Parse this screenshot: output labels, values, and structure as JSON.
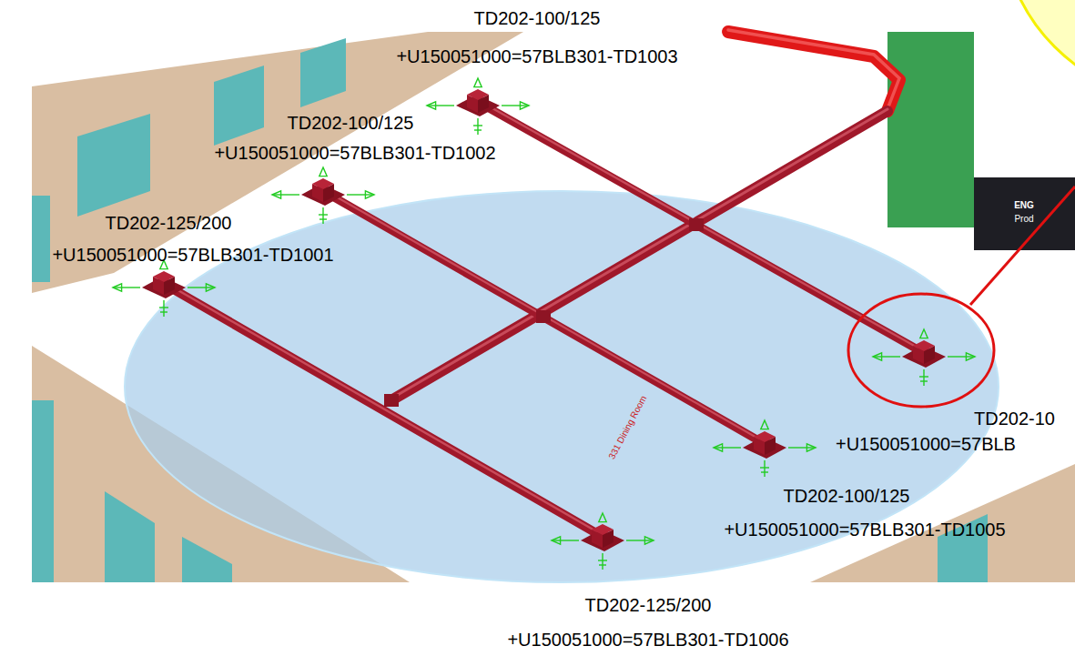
{
  "diagram": {
    "labels": [
      "TD202-100/125",
      "+U150051000=57BLB301-TD1003",
      "TD202-100/125",
      "+U150051000=57BLB301-TD1002",
      "TD202-125/200",
      "+U150051000=57BLB301-TD1001",
      "ENG",
      "Prod",
      "331 Dining Room",
      "TD202-10",
      "+U150051000=57BLB",
      "TD202-100/125",
      "+U150051000=57BLB301-TD1005",
      "TD202-125/200",
      "+U150051000=57BLB301-TD1006"
    ]
  }
}
